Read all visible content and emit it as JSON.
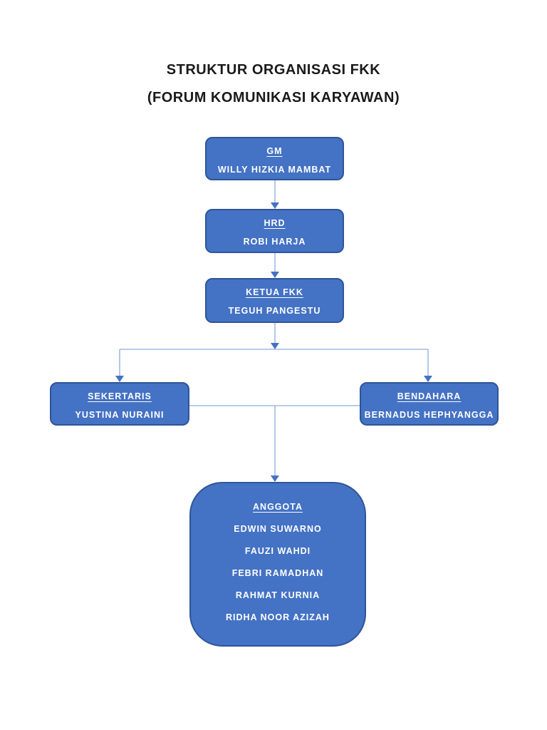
{
  "page": {
    "title_line1": "STRUKTUR ORGANISASI FKK",
    "title_line2": "(FORUM KOMUNIKASI KARYAWAN)"
  },
  "colors": {
    "box_fill": "#4472C4",
    "box_border": "#2F5597",
    "box_text": "#FFFFFF",
    "connector": "#8FAADC",
    "arrow": "#4472C4",
    "title_text": "#1A1A1A"
  },
  "nodes": {
    "gm": {
      "title": "GM",
      "name": "WILLY HIZKIA MAMBAT"
    },
    "hrd": {
      "title": "HRD",
      "name": "ROBI HARJA"
    },
    "ketua": {
      "title": "KETUA FKK",
      "name": "TEGUH PANGESTU"
    },
    "sekertaris": {
      "title": "SEKERTARIS",
      "name": "YUSTINA NURAINI"
    },
    "bendahara": {
      "title": "BENDAHARA",
      "name": "BERNADUS HEPHYANGGA"
    },
    "anggota": {
      "title": "ANGGOTA",
      "members": [
        "EDWIN SUWARNO",
        "FAUZI WAHDI",
        "FEBRI RAMADHAN",
        "RAHMAT KURNIA",
        "RIDHA NOOR AZIZAH"
      ]
    }
  }
}
